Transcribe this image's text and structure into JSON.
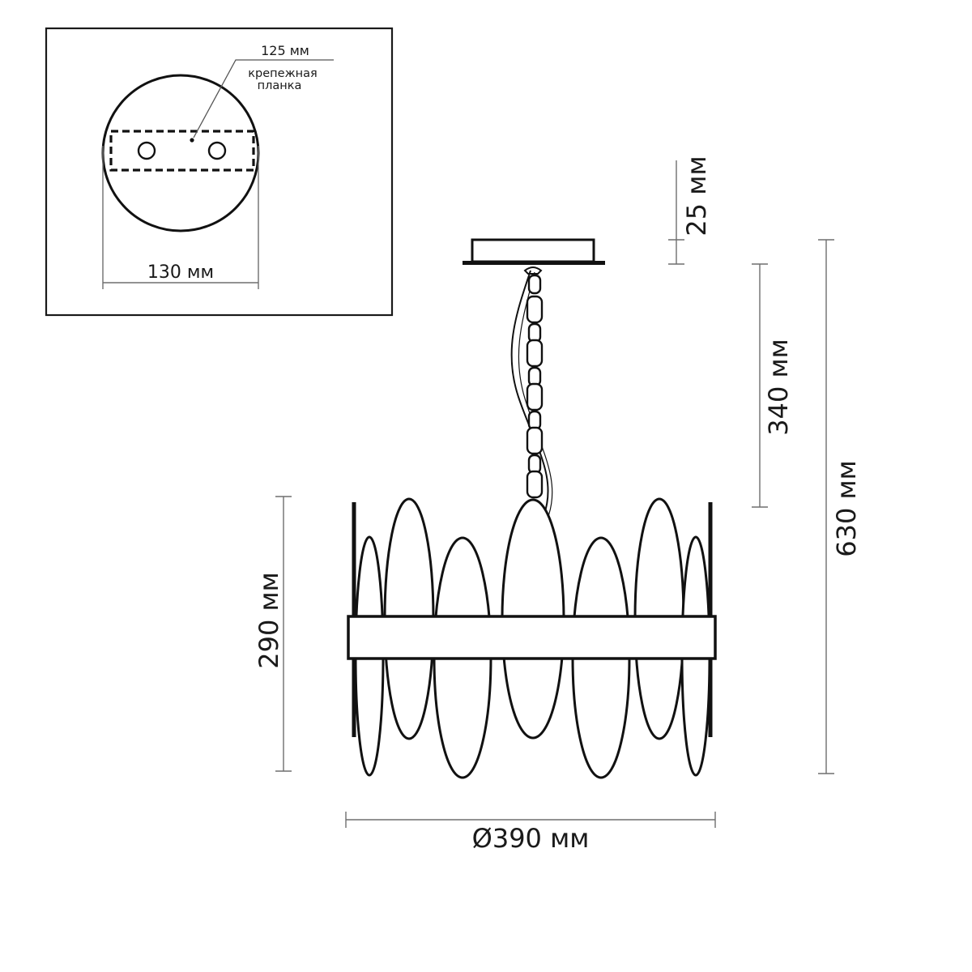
{
  "mount_inset": {
    "width_label": "125 мм",
    "bracket_label": "крепежная",
    "bracket_label_line2": "планка",
    "diameter_label": "130 мм"
  },
  "dimensions": {
    "canopy_height": "25 мм",
    "suspension_length": "340 мм",
    "total_height": "630 мм",
    "body_height": "290 мм",
    "diameter": "Ø390 мм"
  }
}
